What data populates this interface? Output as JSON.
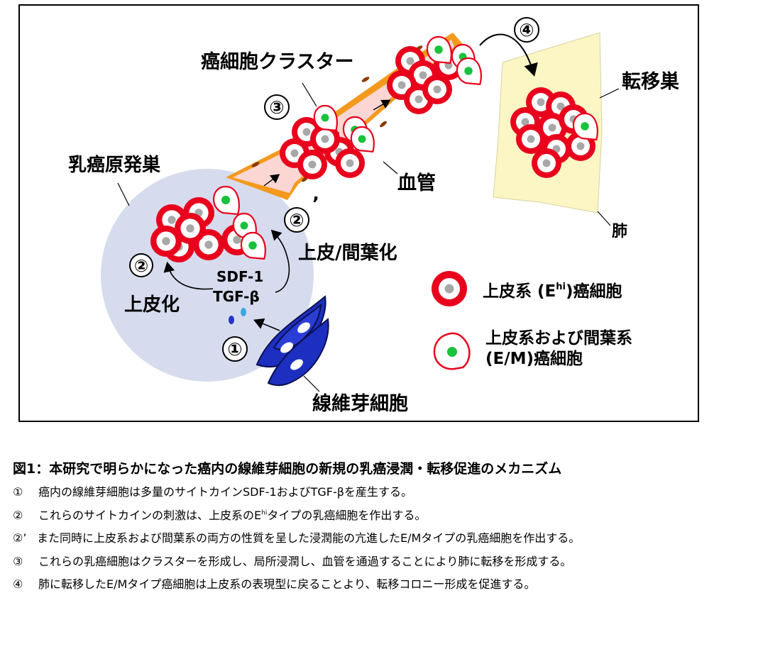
{
  "labels": {
    "cluster": "癌細胞クラスター",
    "primary": "乳癌原発巣",
    "vessel": "血管",
    "metastasis": "転移巣",
    "lung": "肺",
    "emt": "上皮/間葉化",
    "epithelialization": "上皮化",
    "sdf": "SDF-1",
    "tgf": "TGF-β",
    "fibroblast": "線維芽細胞",
    "num1": "①",
    "num2": "②",
    "num2p": "②",
    "num2p_mark": "’",
    "num3": "③",
    "num4": "④"
  },
  "legend": {
    "epi_prefix": "上皮系 (E",
    "epi_sup": "hi",
    "epi_suffix": ")癌細胞",
    "em_line1": "上皮系および間葉系",
    "em_line2": "(E/M)癌細胞"
  },
  "colors": {
    "cell_ring": "#e8001c",
    "cell_nucleus": "#a8a8a8",
    "em_dot": "#19c23c",
    "primary_bg": "#d6dcee",
    "lung_bg": "#fbf6c3",
    "vessel_wall": "#f39a1e",
    "vessel_lumen": "#fbd6d2",
    "fibroblast": "#1d2fc0"
  },
  "caption": {
    "title": "図1：本研究で明らかになった癌内の線維芽細胞の新規の乳癌浸潤・転移促進のメカニズム",
    "items": [
      {
        "num": "①",
        "text": "癌内の線維芽細胞は多量のサイトカインSDF-1およびTGF-βを産生する。"
      },
      {
        "num": "②",
        "text_pre": "これらのサイトカインの刺激は、上皮系のE",
        "sup": "hi",
        "text_post": "タイプの乳癌細胞を作出する。"
      },
      {
        "num": "②’",
        "text": "また同時に上皮系および間葉系の両方の性質を呈した浸潤能の亢進したE/Mタイプの乳癌細胞を作出する。"
      },
      {
        "num": "③",
        "text": "これらの乳癌細胞はクラスターを形成し、局所浸潤し、血管を通過することにより肺に転移を形成する。"
      },
      {
        "num": "④",
        "text": "肺に転移したE/Mタイプ癌細胞は上皮系の表現型に戻ることより、転移コロニー形成を促進する。"
      }
    ]
  }
}
